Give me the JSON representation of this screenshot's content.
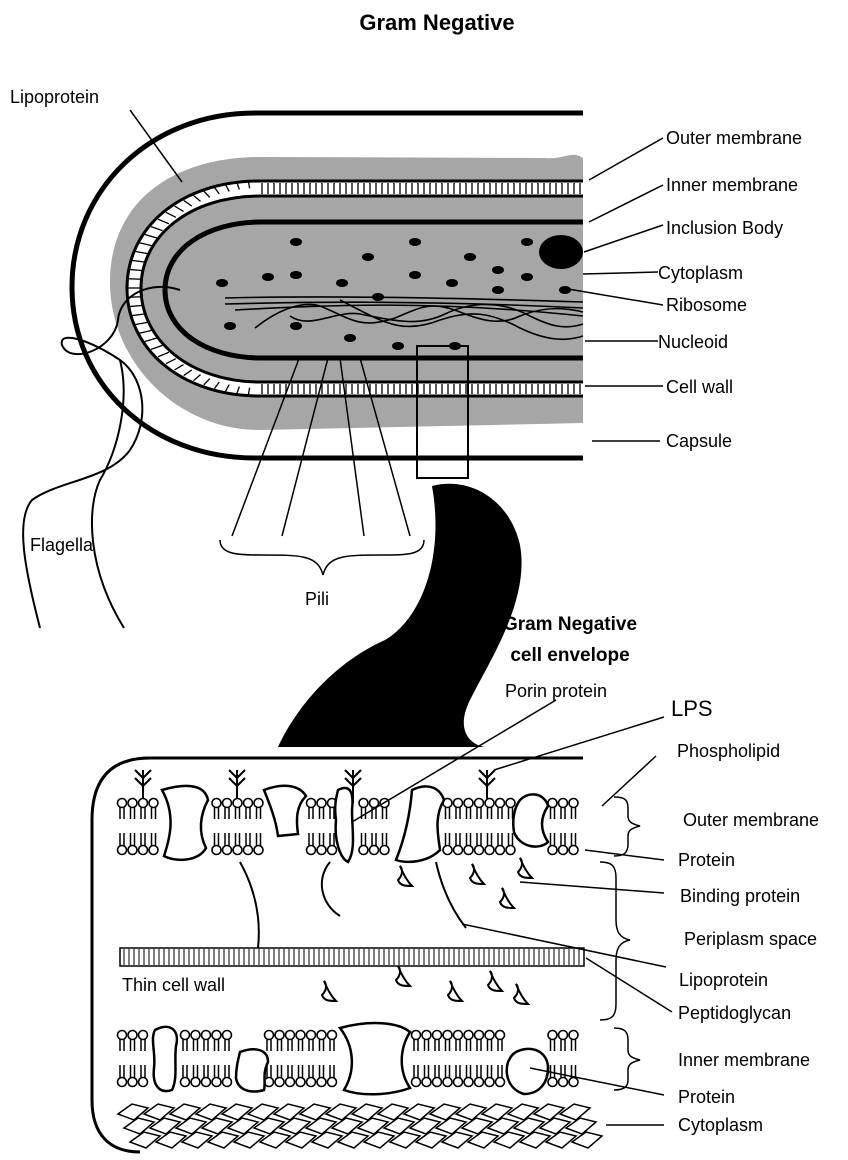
{
  "title": "Gram Negative",
  "envelope_title_line1": "Gram Negative",
  "envelope_title_line2": "cell envelope",
  "top_labels": {
    "lipoprotein": "Lipoprotein",
    "outer_membrane": "Outer membrane",
    "inner_membrane": "Inner membrane",
    "inclusion_body": "Inclusion Body",
    "cytoplasm": "Cytoplasm",
    "ribosome": "Ribosome",
    "nucleoid": "Nucleoid",
    "cell_wall": "Cell wall",
    "capsule": "Capsule",
    "flagella": "Flagella",
    "pili": "Pili"
  },
  "bottom_labels": {
    "porin_protein": "Porin protein",
    "lps": "LPS",
    "phospholipid": "Phospholipid",
    "outer_membrane": "Outer membrane",
    "protein_outer": "Protein",
    "binding_protein": "Binding protein",
    "periplasm_space": "Periplasm space",
    "lipoprotein": "Lipoprotein",
    "peptidoglycan": "Peptidoglycan",
    "thin_cell_wall": "Thin cell wall",
    "inner_membrane": "Inner membrane",
    "protein_inner": "Protein",
    "cytoplasm": "Cytoplasm"
  }
}
